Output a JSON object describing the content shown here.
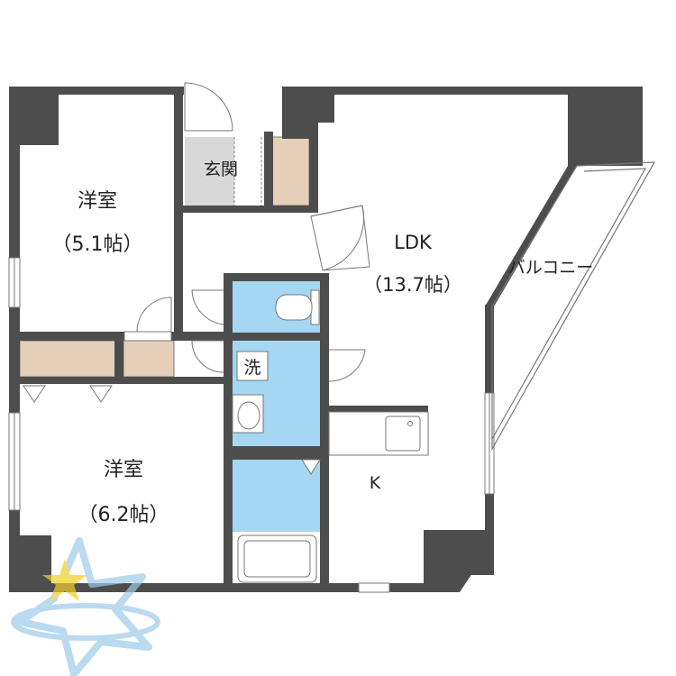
{
  "rooms": {
    "western_room_1": {
      "name": "洋室",
      "size": "（5.1帖）"
    },
    "western_room_2": {
      "name": "洋室",
      "size": "（6.2帖）"
    },
    "ldk": {
      "name": "LDK",
      "size": "（13.7帖）"
    },
    "entrance": {
      "name": "玄関"
    },
    "washroom": {
      "name": "洗"
    },
    "kitchen": {
      "name": "K"
    },
    "balcony": {
      "name": "バルコニー"
    }
  },
  "colors": {
    "wall": "#4d4d4d",
    "wet_area": "#a5d6f2",
    "storage": "#e6cfb8",
    "entrance_floor": "#d8d8d8",
    "outline": "#777777",
    "logo_star": "#f2d024",
    "logo_blue": "#9ecbea"
  }
}
